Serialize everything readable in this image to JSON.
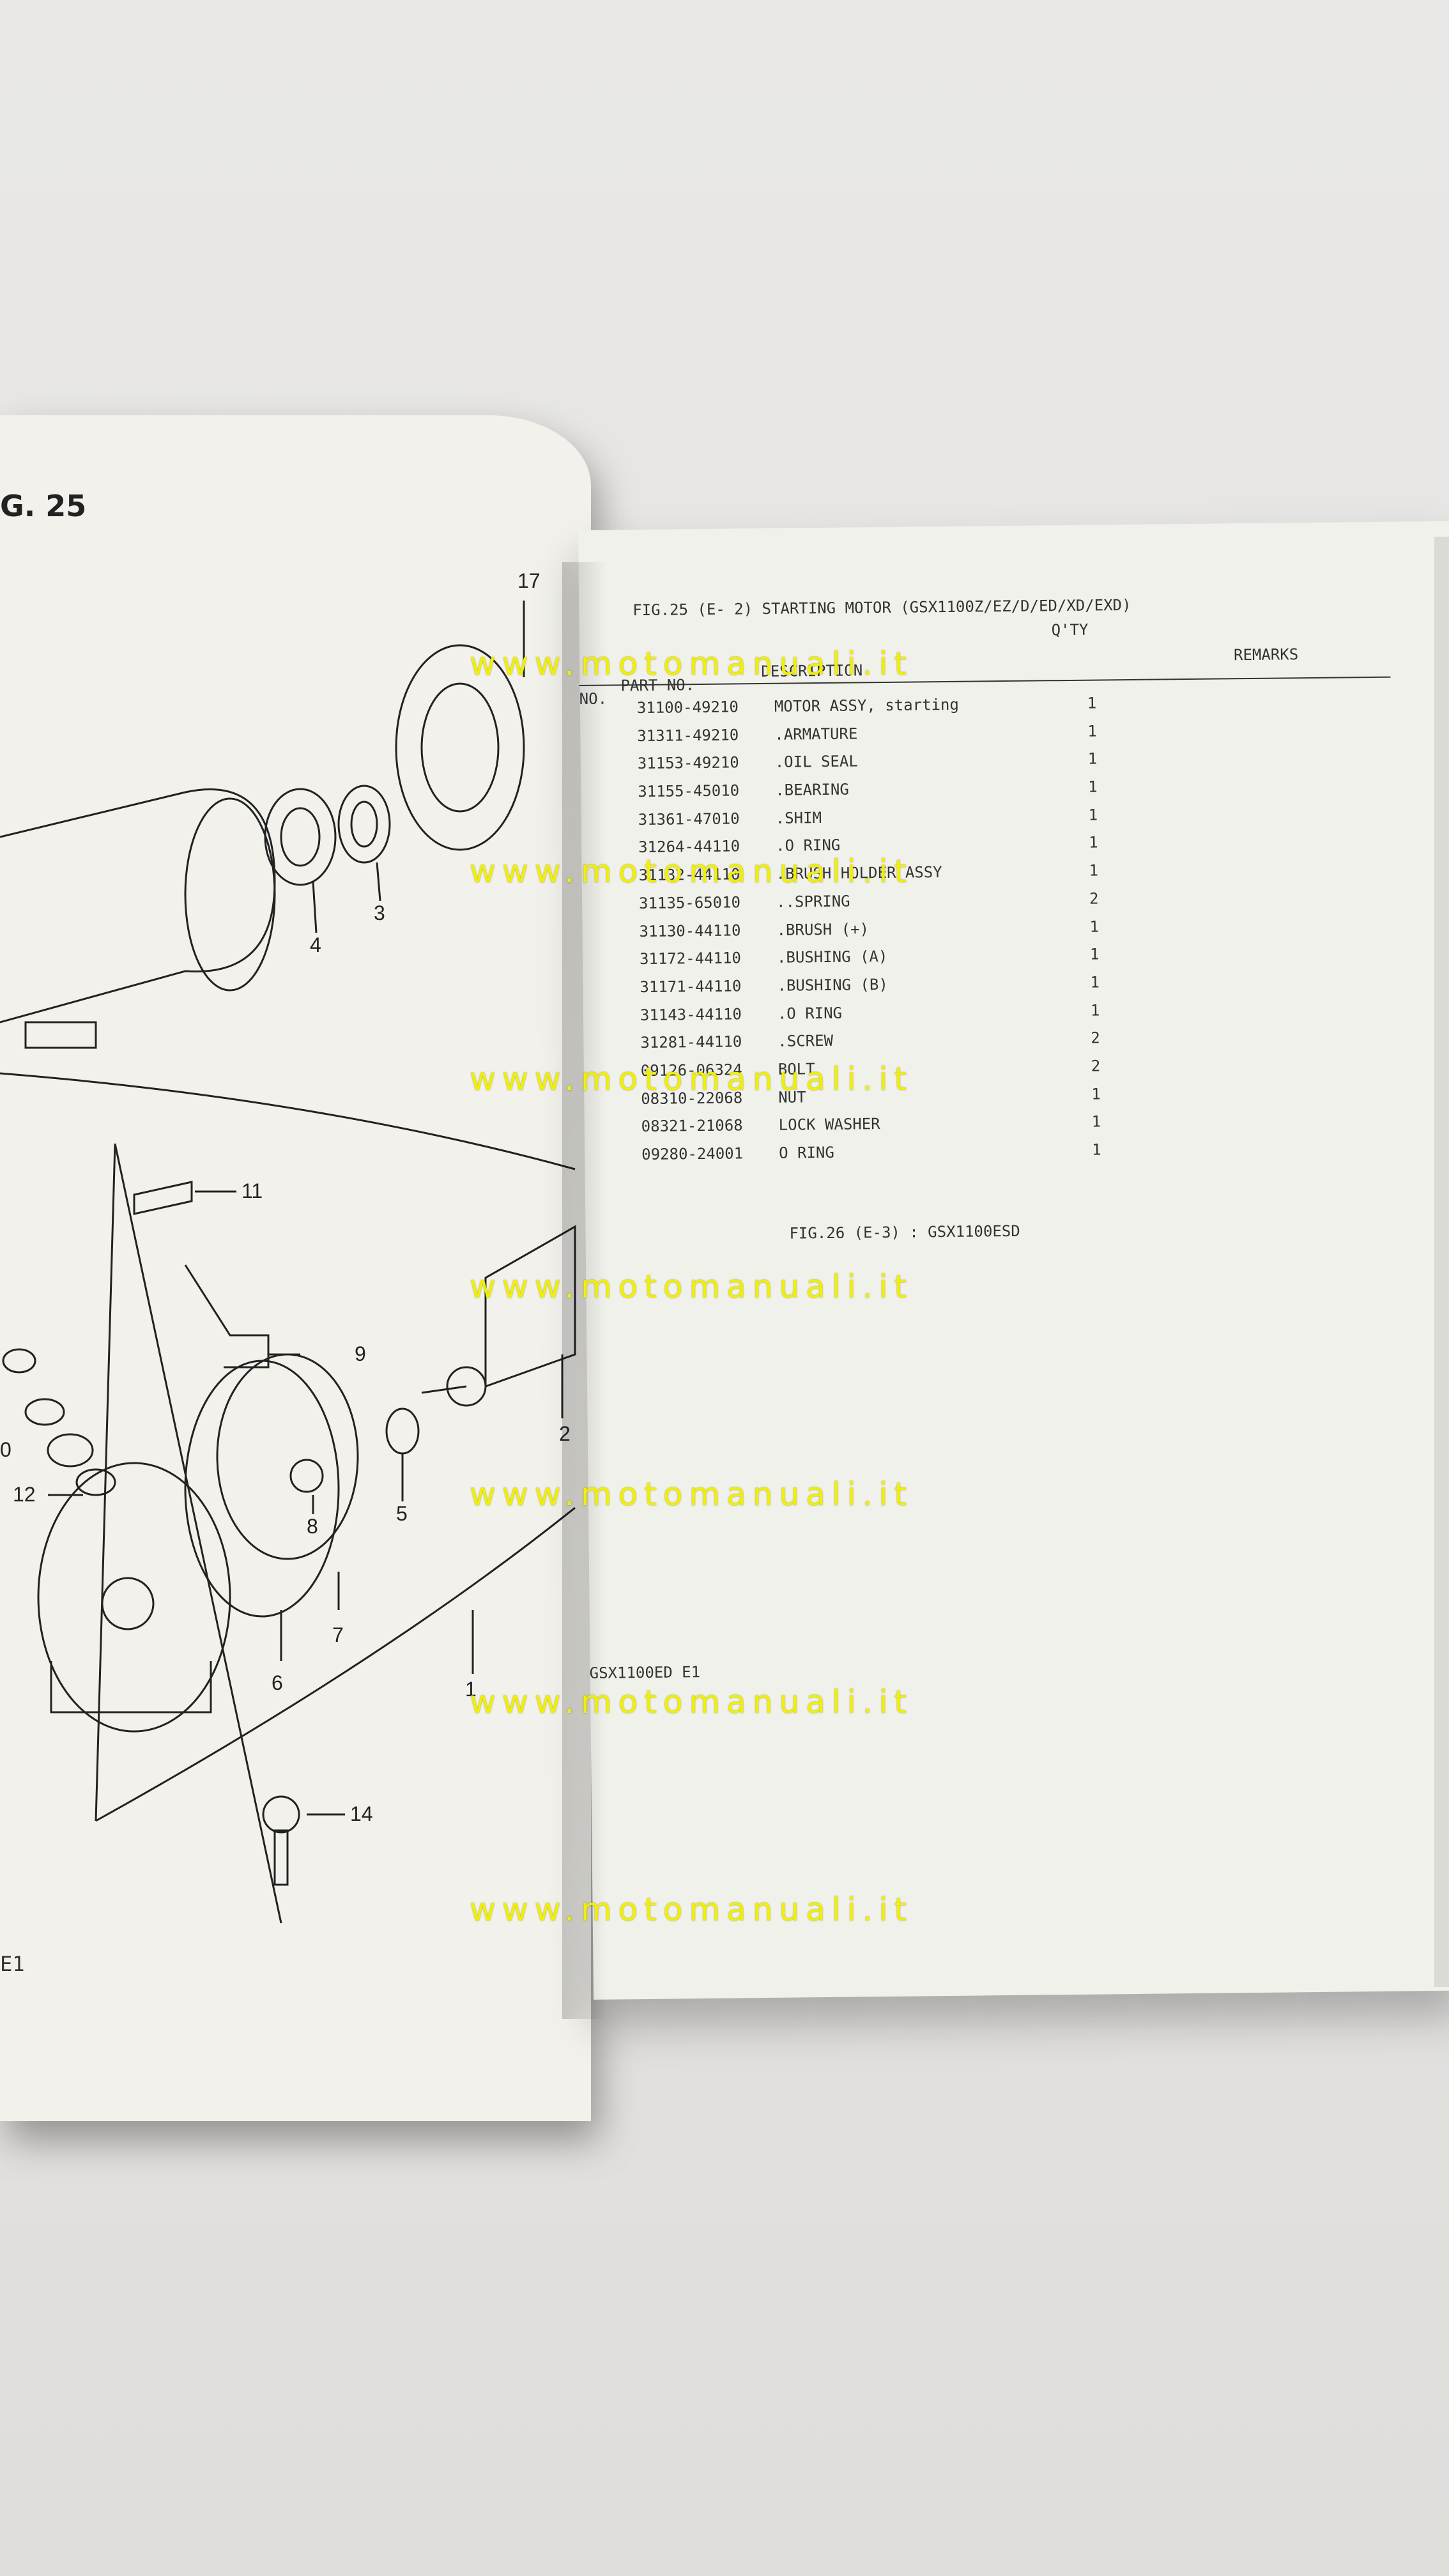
{
  "left_page": {
    "fig_title": "G. 25",
    "code": "E1",
    "callouts": [
      "17",
      "4",
      "3",
      "11",
      "9",
      "2",
      "8",
      "0",
      "12",
      "5",
      "7",
      "6",
      "1",
      "14"
    ]
  },
  "right_page": {
    "fig_heading": "FIG.25 (E- 2) STARTING MOTOR (GSX1100Z/EZ/D/ED/XD/EXD)",
    "columns": {
      "no": "NO.",
      "part_no": "PART NO.",
      "description": "DESCRIPTION",
      "qty": "Q'TY",
      "remarks": "REMARKS"
    },
    "rows": [
      {
        "part": "31100-49210",
        "desc": "MOTOR ASSY, starting",
        "qty": "1"
      },
      {
        "part": "31311-49210",
        "desc": ".ARMATURE",
        "qty": "1"
      },
      {
        "part": "31153-49210",
        "desc": ".OIL SEAL",
        "qty": "1"
      },
      {
        "part": "31155-45010",
        "desc": ".BEARING",
        "qty": "1"
      },
      {
        "part": "31361-47010",
        "desc": ".SHIM",
        "qty": "1"
      },
      {
        "part": "31264-44110",
        "desc": ".O RING",
        "qty": "1"
      },
      {
        "part": "31132-44110",
        "desc": ".BRUSH HOLDER ASSY",
        "qty": "1"
      },
      {
        "part": "31135-65010",
        "desc": "..SPRING",
        "qty": "2"
      },
      {
        "part": "31130-44110",
        "desc": ".BRUSH (+)",
        "qty": "1"
      },
      {
        "part": "31172-44110",
        "desc": ".BUSHING (A)",
        "qty": "1"
      },
      {
        "part": "31171-44110",
        "desc": ".BUSHING (B)",
        "qty": "1"
      },
      {
        "part": "31143-44110",
        "desc": ".O RING",
        "qty": "1"
      },
      {
        "part": "31281-44110",
        "desc": ".SCREW",
        "qty": "2"
      },
      {
        "part": "09126-06324",
        "desc": "BOLT",
        "qty": "2"
      },
      {
        "part": "08310-22068",
        "desc": "NUT",
        "qty": "1"
      },
      {
        "part": "08321-21068",
        "desc": "LOCK WASHER",
        "qty": "1"
      },
      {
        "part": "09280-24001",
        "desc": "O RING",
        "qty": "1"
      }
    ],
    "fig26": "FIG.26 (E-3) : GSX1100ESD",
    "code": "GSX1100ED E1"
  },
  "watermark": "www.motomanuali.it"
}
